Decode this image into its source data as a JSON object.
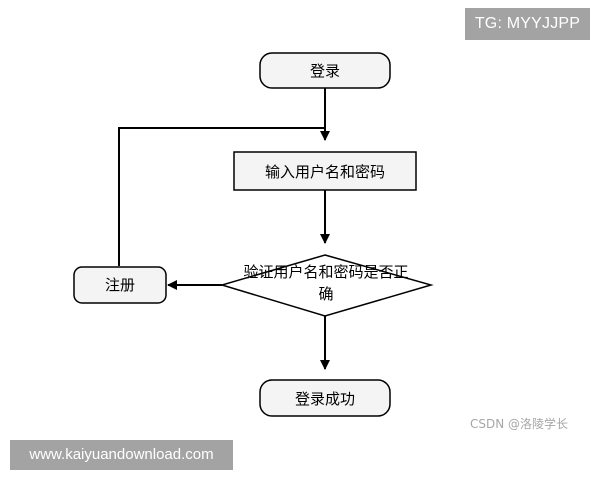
{
  "watermarks": {
    "top_right": "TG: MYYJJPP",
    "bottom_left": "www.kaiyuandownload.com",
    "bottom_right": "CSDN @洛陵学长"
  },
  "flowchart": {
    "start": "登录",
    "input": "输入用户名和密码",
    "decision_line1": "验证用户名和密码是否正",
    "decision_line2": "确",
    "register": "注册",
    "success": "登录成功"
  }
}
